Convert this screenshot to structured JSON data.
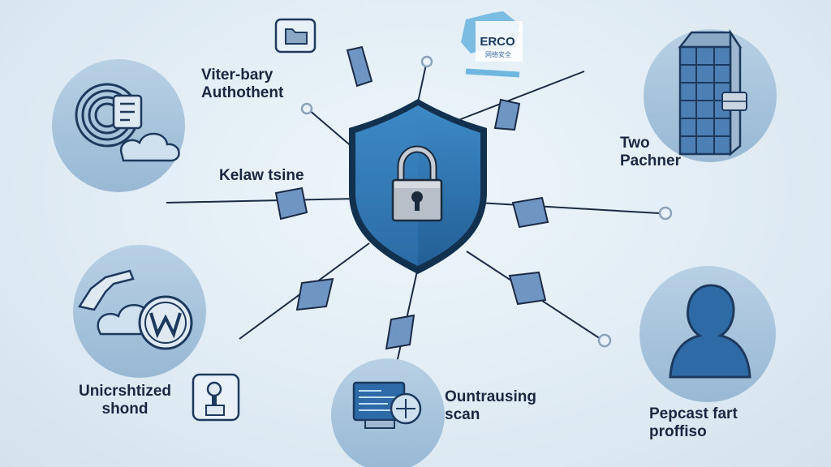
{
  "colors": {
    "background": "#e3eef6",
    "shield": "#2f78b4",
    "shield_outline": "#12314f",
    "node_fill": "#6f95c2",
    "circle_fill": "#a8c4dc",
    "text": "#1a2740"
  },
  "logo": {
    "text": "ERCO",
    "subtext": "网络安全"
  },
  "labels": {
    "viterbary": {
      "line1": "Viter-bary",
      "line2": "Authothent"
    },
    "kelaw": {
      "line1": "Kelaw tsine"
    },
    "two_pachner": {
      "line1": "Two",
      "line2": "Pachner"
    },
    "unicershtized": {
      "line1": "Unicrshtized",
      "line2": "shond"
    },
    "outrausing": {
      "line1": "Ountrausing",
      "line2": "scan"
    },
    "pepcast": {
      "line1": "Pepcast fart",
      "line2": "proffiso"
    }
  },
  "icons": {
    "center": "padlock-shield-icon",
    "top_left_circle": "fingerprint-cloud-icon",
    "top_right_circle": "server-building-icon",
    "bottom_left_circle": "hand-cloud-wordpress-icon",
    "bottom_center_circle": "computer-monitor-icon",
    "bottom_right_circle": "user-silhouette-icon",
    "small_top": "folder-icon",
    "small_bottom": "stamp-icon"
  }
}
